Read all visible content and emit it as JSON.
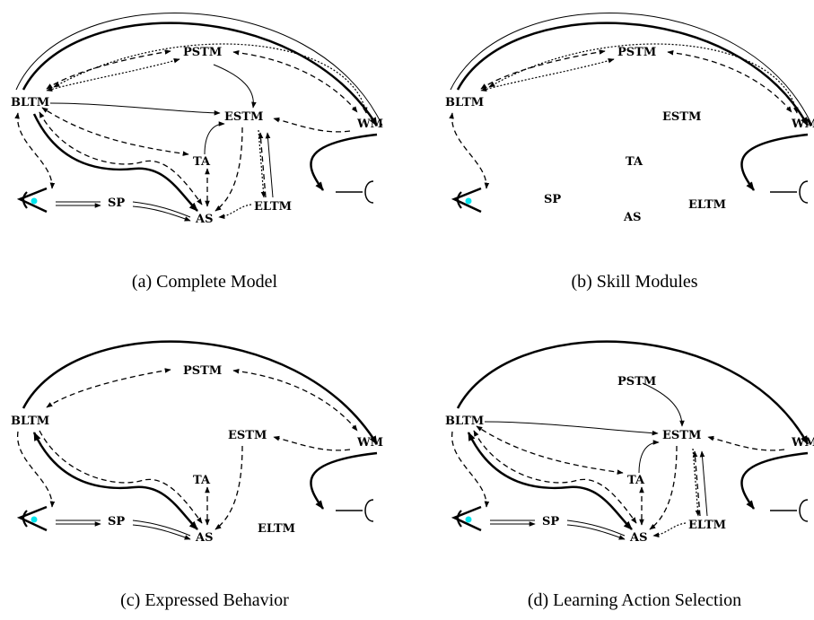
{
  "colors": {
    "ink": "#000000",
    "pupil": "#00e5ee",
    "background": "#ffffff"
  },
  "icons": [
    "eye-icon",
    "ear-icon"
  ],
  "nodes": {
    "bltm": "BLTM",
    "pstm": "PSTM",
    "estm": "ESTM",
    "wm": "WM",
    "ta": "TA",
    "sp": "SP",
    "as": "AS",
    "eltm": "ELTM"
  },
  "panels": [
    {
      "id": "a",
      "caption": "(a) Complete Model",
      "labels": [
        "BLTM",
        "PSTM",
        "ESTM",
        "WM",
        "TA",
        "SP",
        "AS",
        "ELTM"
      ]
    },
    {
      "id": "b",
      "caption": "(b) Skill Modules",
      "labels": [
        "BLTM",
        "PSTM",
        "ESTM",
        "WM",
        "TA",
        "SP",
        "AS",
        "ELTM"
      ]
    },
    {
      "id": "c",
      "caption": "(c) Expressed Behavior",
      "labels": [
        "BLTM",
        "PSTM",
        "ESTM",
        "WM",
        "TA",
        "SP",
        "AS",
        "ELTM"
      ]
    },
    {
      "id": "d",
      "caption": "(d) Learning Action Selection",
      "labels": [
        "BLTM",
        "PSTM",
        "ESTM",
        "WM",
        "TA",
        "SP",
        "AS",
        "ELTM"
      ]
    }
  ]
}
